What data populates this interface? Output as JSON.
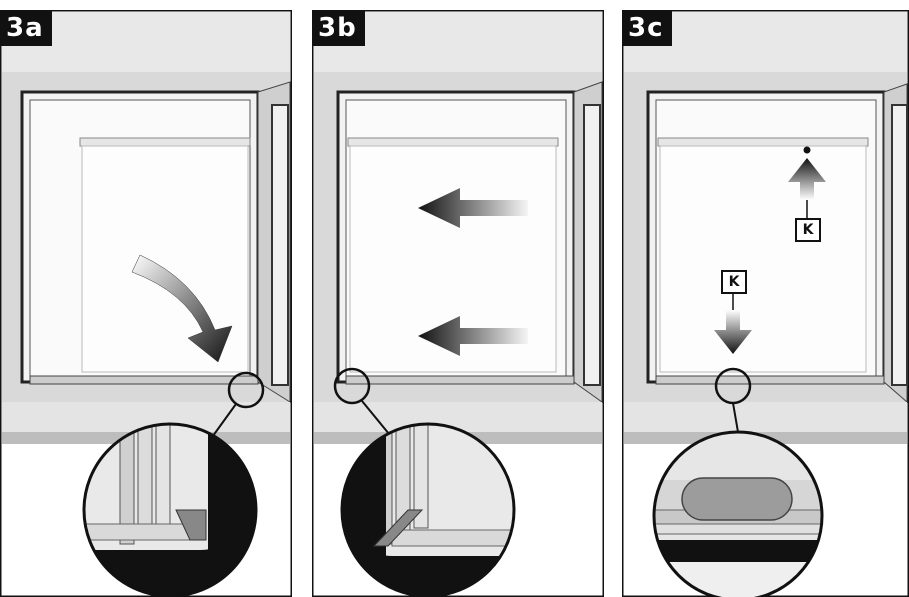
{
  "panels": [
    {
      "id": "3a",
      "label": "3a"
    },
    {
      "id": "3b",
      "label": "3b"
    },
    {
      "id": "3c",
      "label": "3c",
      "callout_1": "K",
      "callout_2": "K"
    }
  ]
}
